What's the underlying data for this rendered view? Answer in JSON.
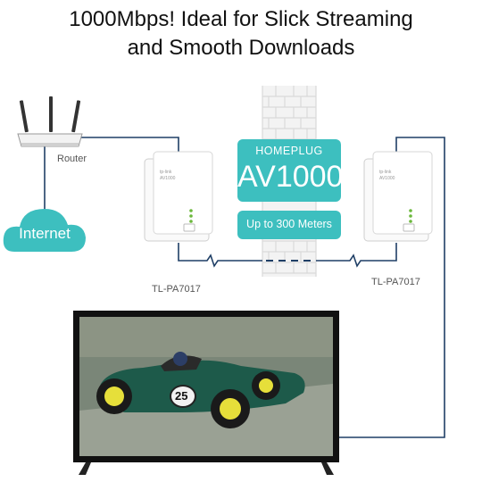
{
  "headline": {
    "line1": "1000Mbps! Ideal for Slick Streaming",
    "line2": "and Smooth Downloads"
  },
  "labels": {
    "router": "Router",
    "internet": "Internet",
    "left_adapter_model": "TL-PA7017",
    "right_adapter_model": "TL-PA7017"
  },
  "badge": {
    "standard": "HOMEPLUG",
    "speed_class": "AV1000",
    "range": "Up to 300 Meters"
  },
  "adapter_brand": "tp-link",
  "adapter_sub": "AV1000",
  "car_number": "25",
  "colors": {
    "accent_teal": "#3dbfbf",
    "cable": "#1f3f66",
    "brick": "#d9d9d9"
  },
  "icons": [
    "router-icon",
    "cloud-icon",
    "powerline-adapter-icon",
    "tv-icon",
    "brick-wall-icon"
  ]
}
